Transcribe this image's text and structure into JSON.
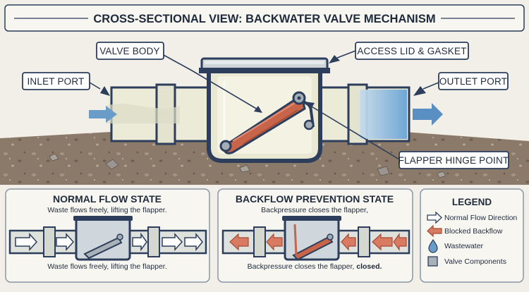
{
  "title": "CROSS-SECTIONAL VIEW: BACKWATER VALVE MECHANISM",
  "callouts": {
    "valve_body": "VALVE BODY",
    "access_lid": "ACCESS LID & GASKET",
    "inlet": "INLET PORT",
    "outlet": "OUTLET PORT",
    "hinge": "FLAPPER HINGE POINT"
  },
  "normal_panel": {
    "heading": "NORMAL FLOW STATE",
    "subtitle": "Waste flows freely, lifting the flapper.",
    "caption": "Waste flows freely, lifting the flapper."
  },
  "backflow_panel": {
    "heading": "BACKFLOW PREVENTION STATE",
    "subtitle": "Backpressure closes the flapper,",
    "caption_main": "Backpressure closes the flapper,",
    "caption_bold": " closed."
  },
  "legend": {
    "heading": "LEGEND",
    "items": [
      {
        "label": "Normal Flow Direction",
        "icon": "outline-arrow-icon"
      },
      {
        "label": "Blocked Backflow",
        "icon": "red-arrow-icon"
      },
      {
        "label": "Wastewater",
        "icon": "water-drop-icon"
      },
      {
        "label": "Valve Components",
        "icon": "grey-square-icon"
      }
    ]
  },
  "colors": {
    "navy": "#2c3e5c",
    "pipe": "#ecebd8",
    "flapper": "#c8644a",
    "water": "#7fb3da",
    "soil": "#8a7868",
    "background": "#f1efe8"
  }
}
